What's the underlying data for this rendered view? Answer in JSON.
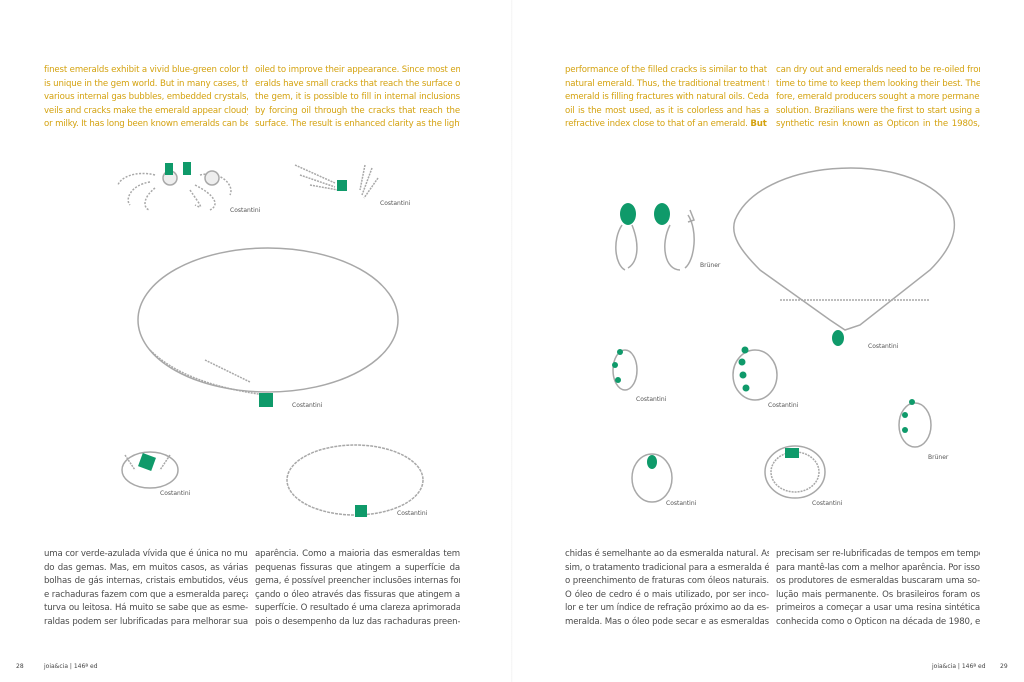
{
  "left_page": {
    "english_col1": [
      "finest emeralds exhibit a vivid blue-green color that",
      "is unique in the gem world. But in many cases, the",
      "various internal gas bubbles, embedded crystals,",
      "veils and cracks make the emerald appear cloudy",
      "or milky. It has long been known emeralds can be"
    ],
    "english_col2": [
      "oiled to improve their appearance. Since most em-",
      "eralds have small cracks that reach the surface of",
      "the gem, it is possible to fill in internal inclusions",
      "by forcing oil through the cracks that reach the",
      "surface. The result is enhanced clarity as the light"
    ],
    "portuguese_col1": [
      "uma cor verde-azulada vívida que é única no mun-",
      "do das gemas. Mas, em muitos casos, as várias",
      "bolhas de gás internas, cristais embutidos, véus",
      "e rachaduras fazem com que a esmeralda pareça",
      "turva ou leitosa. Há muito se sabe que as esme-",
      "raldas podem ser lubrificadas para melhorar sua"
    ],
    "portuguese_col2": [
      "aparência. Como a maioria das esmeraldas tem",
      "pequenas fissuras que atingem a superfície da",
      "gema, é possível preencher inclusões internas for-",
      "çando o óleo através das fissuras que atingem a",
      "superfície. O resultado é uma clareza aprimorada,",
      "pois o desempenho da luz das rachaduras preen-"
    ],
    "captions": [
      "Costantini",
      "Costantini",
      "Costantini",
      "Costantini",
      "Costantini"
    ],
    "page_number": "28",
    "footer": "joia&cia | 146ª ed"
  },
  "right_page": {
    "english_col1": [
      "performance of the filled cracks is similar to that of",
      "natural emerald. Thus, the traditional treatment for",
      "emerald is filling fractures with natural oils. Cedar",
      "oil is the most used, as it is colorless and has a",
      "refractive index close to that of an emerald."
    ],
    "english_col1_bold_tail": "But oil",
    "english_col2": [
      "can dry out and emeralds need to be re-oiled from",
      "time to time to keep them looking their best. There-",
      "fore, emerald producers sought a more permanent",
      "solution. Brazilians were the first to start using a",
      "synthetic resin known as Opticon in the 1980s,"
    ],
    "portuguese_col1": [
      "chidas é semelhante ao da esmeralda natural. As-",
      "sim, o tratamento tradicional para a esmeralda é",
      "o preenchimento de fraturas com óleos naturais.",
      "O óleo de cedro é o mais utilizado, por ser inco-",
      "lor e ter um índice de refração próximo ao da es-",
      "meralda. Mas o óleo pode secar e as esmeraldas"
    ],
    "portuguese_col2": [
      "precisam ser re-lubrificadas de tempos em tempos",
      "para mantê-las com a melhor aparência. Por isso,",
      "os produtores de esmeraldas buscaram uma so-",
      "lução mais permanente. Os brasileiros foram os",
      "primeiros a começar a usar uma resina sintética",
      "conhecida como o Opticon na década de 1980, e"
    ],
    "captions": [
      "Brüner",
      "Costantini",
      "Costantini",
      "Costantini",
      "Brüner",
      "Costantini",
      "Costantini"
    ],
    "page_number": "29",
    "footer": "joia&cia | 146ª ed"
  },
  "colors": {
    "english_text": "#d4a20f",
    "portuguese_text": "#4a4a4a",
    "emerald": "#0f9a6a",
    "metal": "#9a9a9a"
  }
}
